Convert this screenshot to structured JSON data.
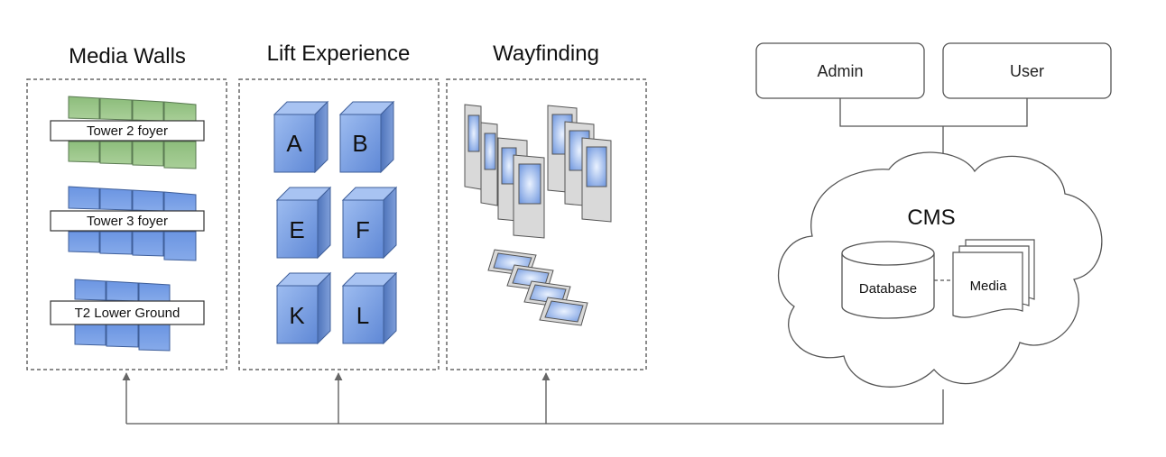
{
  "sections": {
    "media_walls": {
      "title": "Media Walls",
      "walls": [
        "Tower 2 foyer",
        "Tower 3 foyer",
        "T2 Lower Ground"
      ]
    },
    "lift_experience": {
      "title": "Lift Experience",
      "lifts": [
        "A",
        "B",
        "E",
        "F",
        "K",
        "L"
      ]
    },
    "wayfinding": {
      "title": "Wayfinding"
    }
  },
  "users": {
    "admin": "Admin",
    "user": "User"
  },
  "cms": {
    "title": "CMS",
    "database": "Database",
    "media": "Media"
  },
  "colors": {
    "screen_blue": "#7ea6e6",
    "screen_green": "#9cc48c",
    "stroke_grey": "#666666",
    "kiosk_grey": "#d9d9d9"
  }
}
